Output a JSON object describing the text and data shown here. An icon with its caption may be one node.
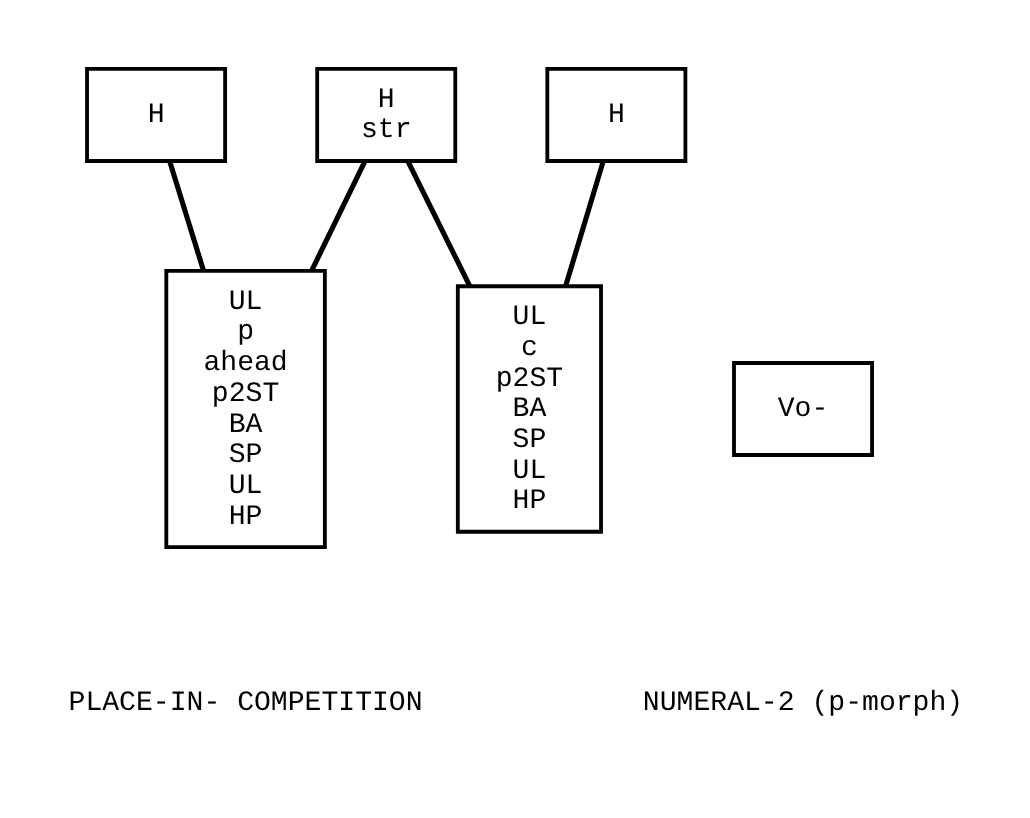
{
  "diagram": {
    "nodes": [
      {
        "text": [
          "H"
        ]
      },
      {
        "text": [
          "H",
          "str"
        ]
      },
      {
        "text": [
          "H"
        ]
      },
      {
        "text": [
          "UL",
          "p",
          "ahead",
          "p2ST",
          "BA",
          "SP",
          "UL",
          "HP"
        ]
      },
      {
        "text": [
          "UL",
          "c",
          "p2ST",
          "BA",
          "SP",
          "UL",
          "HP"
        ]
      },
      {
        "text": [
          "Vo-"
        ]
      }
    ],
    "edges": [
      {
        "from": 0,
        "to": 3,
        "arrow": "none"
      },
      {
        "from": 1,
        "to": 3,
        "arrow": "none"
      },
      {
        "from": 1,
        "to": 4,
        "arrow": "none"
      },
      {
        "from": 2,
        "to": 4,
        "arrow": "none"
      }
    ],
    "labels": [
      "PLACE-IN- COMPETITION",
      "NUMERAL-2 (p-morph)"
    ]
  }
}
